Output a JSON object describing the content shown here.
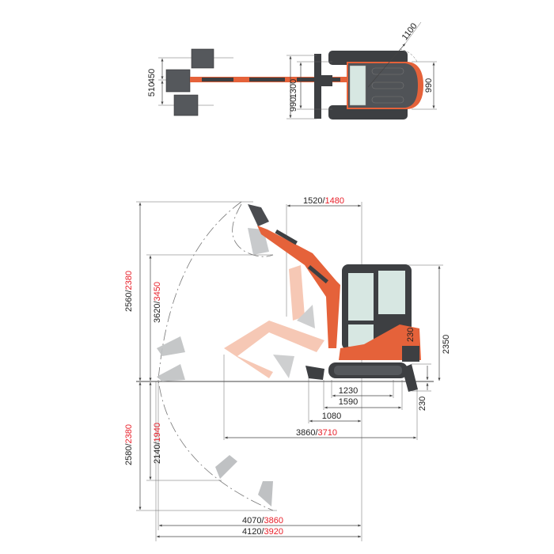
{
  "colors": {
    "machine": "#e5623a",
    "machine_faded": "#f6c3ae",
    "dark": "#3d3f42",
    "bucket_grey": "#b9bbbd",
    "alt_dimension": "#e8202a"
  },
  "top_view": {
    "bucket_offset_left": "510",
    "bucket_offset_right": "450",
    "blade_width": "1300",
    "track_width": "990",
    "tail_width": "990",
    "tail_swing_radius": "1100"
  },
  "side_view": {
    "max_dump_height": {
      "value": "2560",
      "alt": "2380"
    },
    "max_dig_height": {
      "value": "3620",
      "alt": "3450"
    },
    "max_dig_depth": {
      "value": "2580",
      "alt": "2380"
    },
    "vertical_wall_depth": {
      "value": "2140",
      "alt": "1940"
    },
    "min_swing_radius": {
      "value": "1520",
      "alt": "1480"
    },
    "overall_height": "2350",
    "tail_height": "230",
    "blade_depth": "230",
    "tumbler_distance": "1230",
    "track_length": "1590",
    "front_blade_distance": "1080",
    "transport_length": {
      "value": "3860",
      "alt": "3710"
    },
    "ground_reach": {
      "value": "4070",
      "alt": "3860"
    },
    "max_reach": {
      "value": "4120",
      "alt": "3920"
    }
  }
}
